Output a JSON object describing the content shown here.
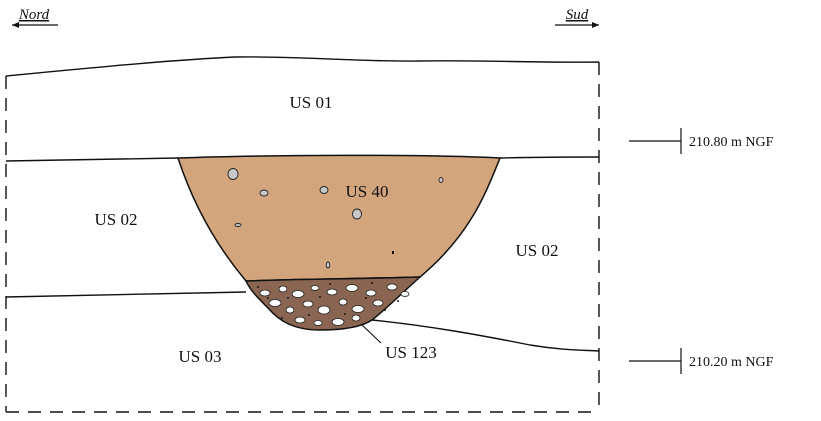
{
  "orientation": {
    "north": "Nord",
    "south": "Sud"
  },
  "layers": {
    "us01": "US 01",
    "us02_left": "US 02",
    "us02_right": "US 02",
    "us03": "US 03",
    "us40": "US 40",
    "us123": "US 123"
  },
  "levels": {
    "upper": "210.80 m NGF",
    "lower": "210.20 m NGF"
  },
  "colors": {
    "us40_fill": "#d3a57c",
    "us123_fill": "#8a6652",
    "pebble_fill": "#c8c8c8",
    "line": "#111111"
  }
}
